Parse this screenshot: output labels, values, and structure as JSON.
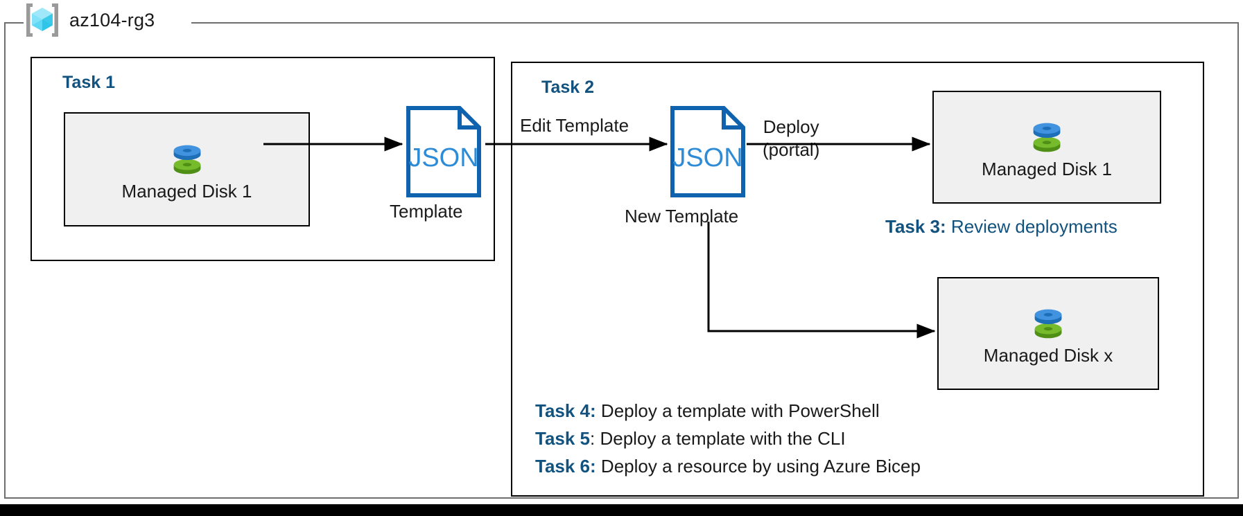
{
  "resource_group": {
    "icon": "azure-resource-group-icon",
    "name": "az104-rg3"
  },
  "tasks": {
    "task1": {
      "heading": "Task 1",
      "resource": {
        "icon": "managed-disk-icon",
        "label": "Managed Disk 1"
      },
      "template": {
        "icon": "json-file-icon",
        "icon_text": "JSON",
        "caption": "Template"
      }
    },
    "task2": {
      "heading": "Task 2",
      "edit_label": "Edit Template",
      "template": {
        "icon": "json-file-icon",
        "icon_text": "JSON",
        "caption": "New Template"
      },
      "deploy_label_line1": "Deploy",
      "deploy_label_line2": "(portal)",
      "deployed_resources": [
        {
          "icon": "managed-disk-icon",
          "label": "Managed Disk 1"
        },
        {
          "icon": "managed-disk-icon",
          "label": "Managed Disk x"
        }
      ]
    },
    "task3": {
      "tag": "Task 3:",
      "body": " Review deployments"
    },
    "task4": {
      "tag": "Task 4:",
      "body": " Deploy a template with PowerShell"
    },
    "task5": {
      "tag": "Task 5",
      "tag_colon": ":",
      "body": " Deploy a template with the CLI"
    },
    "task6": {
      "tag": "Task 6:",
      "body": " Deploy a resource by using Azure Bicep"
    }
  },
  "colors": {
    "accent_blue": "#12527f",
    "json_blue": "#0f62ad",
    "container_border": "#6e6e6e",
    "card_fill": "#f0f0f0",
    "disk_blue": "#3f8fdc",
    "disk_green": "#6bb025",
    "cube_cyan": "#5fd8f5"
  }
}
